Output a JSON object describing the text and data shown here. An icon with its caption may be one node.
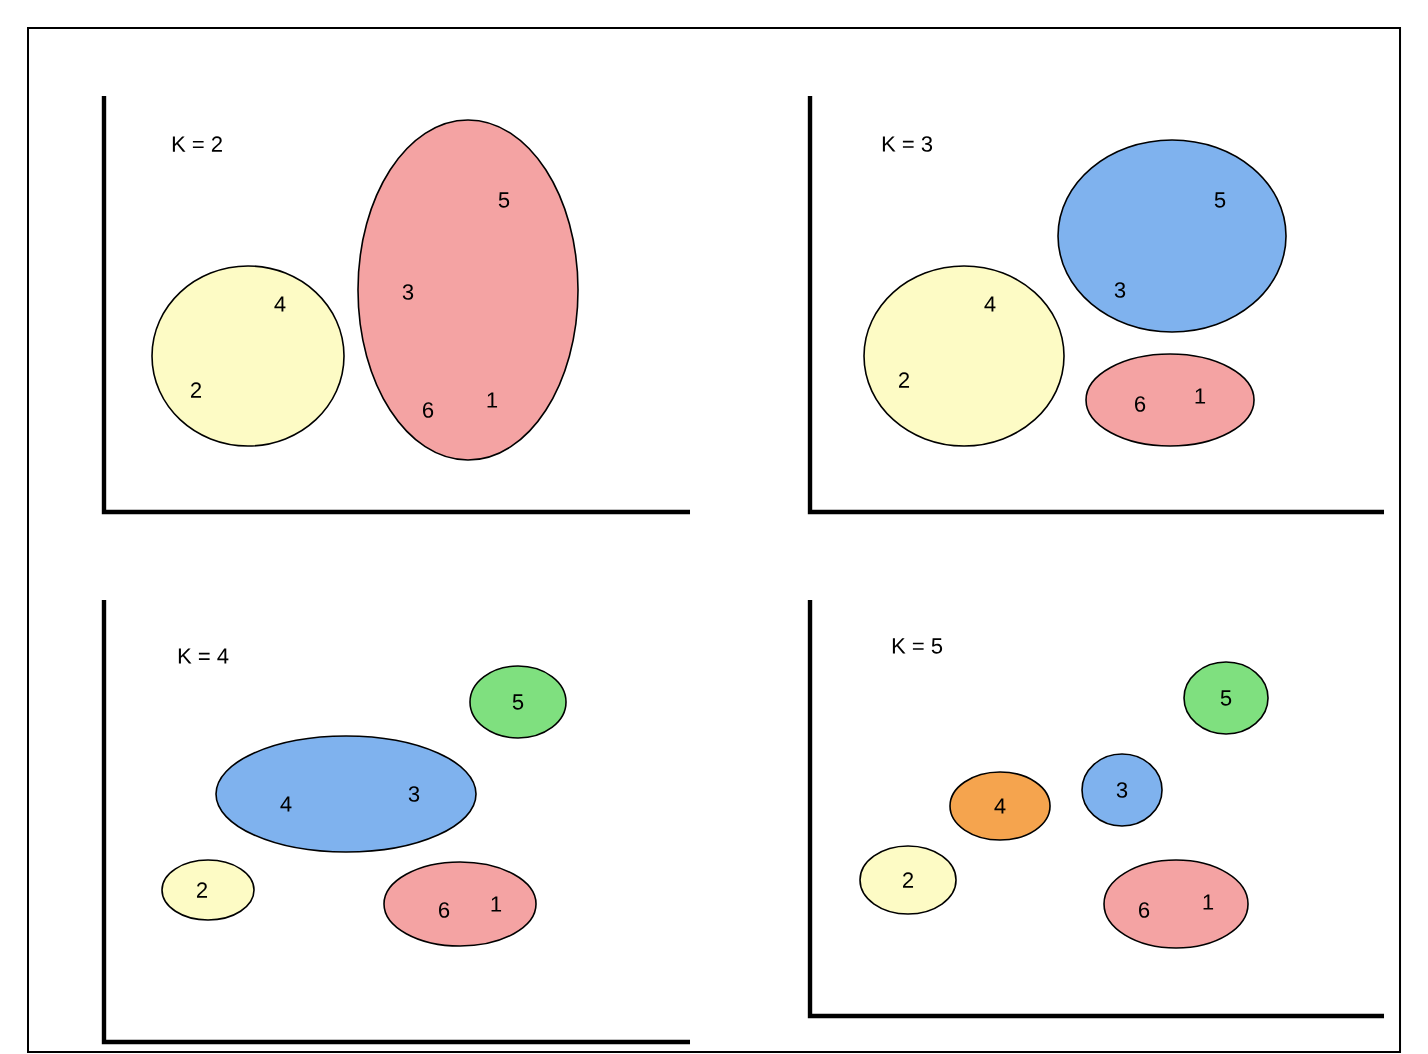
{
  "diagram": {
    "nodes": [
      {
        "text": [
          "4",
          "2"
        ]
      },
      {
        "text": [
          "5",
          "3",
          "6",
          "1"
        ]
      },
      {
        "text": [
          "5",
          "3"
        ]
      },
      {
        "text": [
          "4",
          "2"
        ]
      },
      {
        "text": [
          "6",
          "1"
        ]
      },
      {
        "text": [
          "5"
        ]
      },
      {
        "text": [
          "4",
          "3"
        ]
      },
      {
        "text": [
          "2"
        ]
      },
      {
        "text": [
          "6",
          "1"
        ]
      },
      {
        "text": [
          "5"
        ]
      },
      {
        "text": [
          "4"
        ]
      },
      {
        "text": [
          "3"
        ]
      },
      {
        "text": [
          "2"
        ]
      },
      {
        "text": [
          "6",
          "1"
        ]
      }
    ],
    "labels": [
      "K = 2",
      "K = 3",
      "K = 4",
      "K = 5"
    ]
  }
}
